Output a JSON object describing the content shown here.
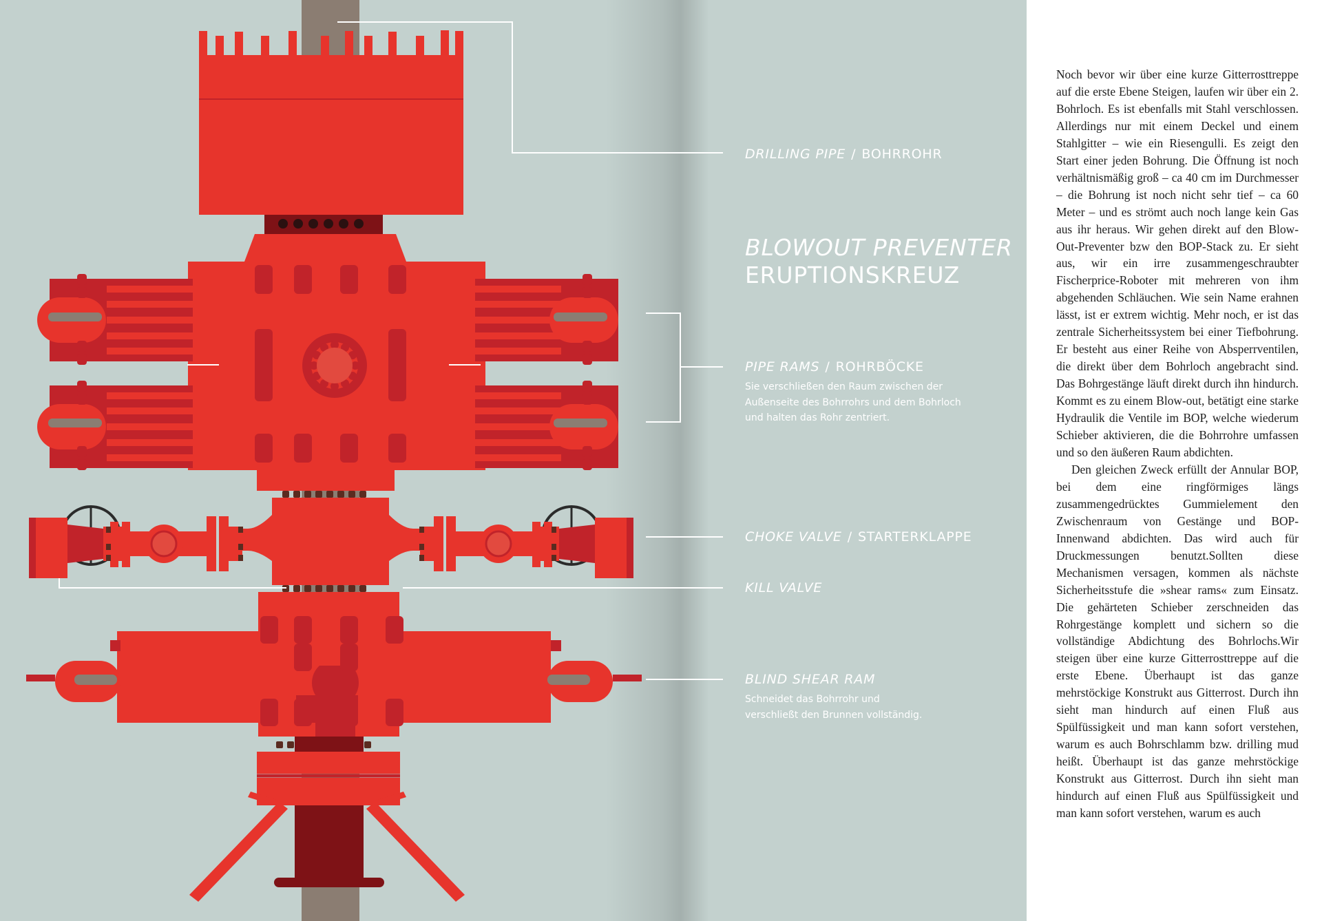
{
  "colors": {
    "page_bg": "#c3d1ce",
    "paper": "#ffffff",
    "red": "#e7342c",
    "red_dark": "#c1232a",
    "maroon": "#7e1216",
    "pipe": "#8b7d72",
    "bolt": "#5a2b20",
    "text": "#1e1e1e"
  },
  "diagram": {
    "title_line1": "BLOWOUT PREVENTER",
    "title_line2": "ERUPTIONSKREUZ",
    "labels": {
      "drilling_pipe": {
        "en": "DRILLING PIPE",
        "sep": "/",
        "de": "BOHRROHR"
      },
      "pipe_rams": {
        "en": "PIPE RAMS",
        "sep": "/",
        "de": "ROHRBÖCKE",
        "desc": "Sie verschließen den Raum zwischen der Außenseite des Bohrrohrs und dem Bohrloch und halten das Rohr zentriert."
      },
      "choke_valve": {
        "en": "CHOKE VALVE",
        "sep": "/",
        "de": "STARTERKLAPPE"
      },
      "kill_valve": {
        "en": "KILL VALVE"
      },
      "blind_shear_ram": {
        "en": "BLIND SHEAR RAM",
        "desc": "Schneidet das Bohrrohr und verschließt den Brunnen vollständig."
      }
    }
  },
  "article": {
    "paragraphs": [
      "Noch bevor wir über eine kurze Gitterrosttreppe auf die erste Ebene Steigen, laufen wir über ein 2. Bohrloch. Es ist ebenfalls mit Stahl verschlossen. Allerdings nur mit einem Deckel und einem Stahlgitter – wie ein Riesengulli. Es zeigt den Start einer jeden Bohrung. Die Öffnung ist noch verhältnismäßig groß – ca 40 cm im Durchmesser – die Bohrung ist noch nicht sehr tief – ca 60 Meter – und es strömt auch noch lange kein Gas aus ihr heraus. Wir gehen direkt auf den Blow-Out-Preventer bzw den BOP-Stack zu. Er sieht aus, wir ein irre zusammengeschraubter Fischerprice-Roboter mit mehreren von ihm abgehenden Schläuchen. Wie sein Name erahnen lässt, ist er extrem wichtig. Mehr noch, er ist das zentrale Sicherheitssystem bei einer Tiefbohrung. Er besteht aus einer Reihe von Absperrventilen, die direkt über dem Bohrloch angebracht sind. Das Bohrgestänge läuft direkt durch ihn hindurch. Kommt es zu einem Blow-out, betätigt eine starke Hydraulik die Ventile im BOP, welche wiederum Schieber aktivieren, die die Bohrrohre umfassen und so den äußeren Raum abdichten.",
      "Den gleichen Zweck erfüllt der Annular BOP, bei dem eine ringförmiges längs zusammengedrücktes Gummielement den Zwischenraum von Gestänge und BOP-Innenwand abdichten. Das wird auch für Druckmessungen benutzt.Sollten diese Mechanismen versagen, kommen als nächste Sicherheitsstufe die »shear rams« zum Einsatz. Die gehärteten Schieber zerschneiden das Rohrgestänge komplett und sichern so die vollständige Abdichtung des Bohrlochs.Wir steigen über eine kurze Gitterrosttreppe auf die erste Ebene. Überhaupt ist das ganze mehrstöckige Konstrukt aus Gitterrost. Durch ihn sieht man hindurch auf einen Fluß aus Spülfüssigkeit und man kann sofort verstehen, warum es auch Bohrschlamm bzw. drilling mud heißt. Überhaupt ist das ganze mehrstöckige Konstrukt aus Gitterrost. Durch ihn sieht man hindurch auf einen Fluß aus Spülfüssigkeit und man kann sofort verstehen, warum es auch"
    ]
  }
}
